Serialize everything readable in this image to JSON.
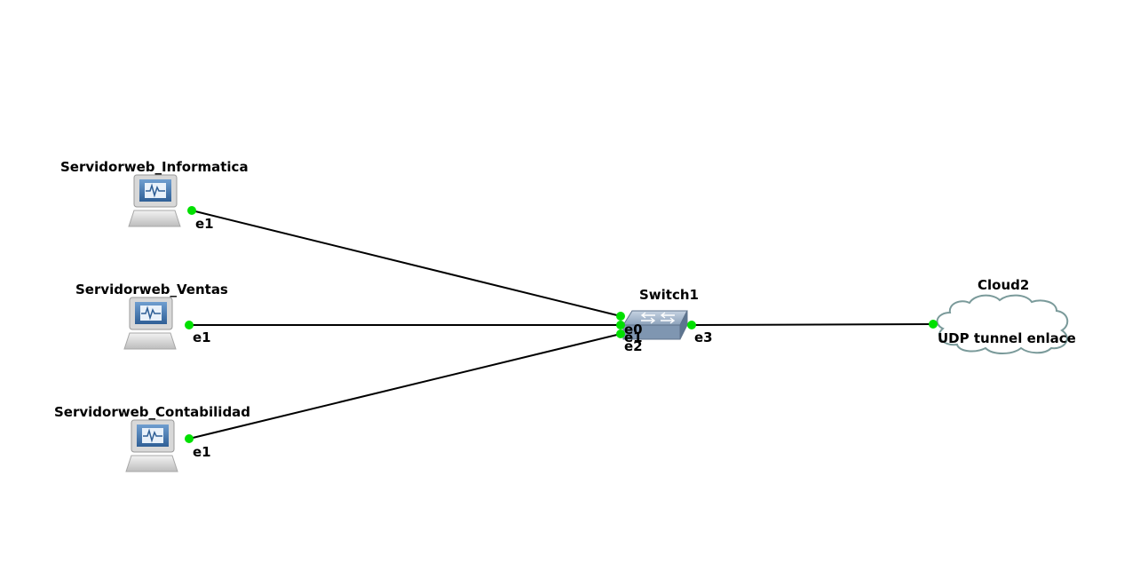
{
  "nodes": {
    "server_informatica": {
      "name": "Servidorweb_Informatica",
      "port": "e1",
      "icon": "computer-icon"
    },
    "server_ventas": {
      "name": "Servidorweb_Ventas",
      "port": "e1",
      "icon": "computer-icon"
    },
    "server_contabilidad": {
      "name": "Servidorweb_Contabilidad",
      "port": "e1",
      "icon": "computer-icon"
    },
    "switch1": {
      "name": "Switch1",
      "ports": [
        "e0",
        "e1",
        "e2",
        "e3"
      ],
      "icon": "ethernet-switch-icon"
    },
    "cloud2": {
      "name": "Cloud2",
      "caption": "UDP tunnel enlace",
      "icon": "cloud-icon"
    }
  },
  "links": [
    {
      "from": "Servidorweb_Informatica:e1",
      "to": "Switch1:e0"
    },
    {
      "from": "Servidorweb_Ventas:e1",
      "to": "Switch1:e1"
    },
    {
      "from": "Servidorweb_Contabilidad:e1",
      "to": "Switch1:e2"
    },
    {
      "from": "Switch1:e3",
      "to": "Cloud2"
    }
  ],
  "colors": {
    "port_up": "#00e000",
    "link": "#000000",
    "cloud_stroke": "#7a9a9a"
  }
}
